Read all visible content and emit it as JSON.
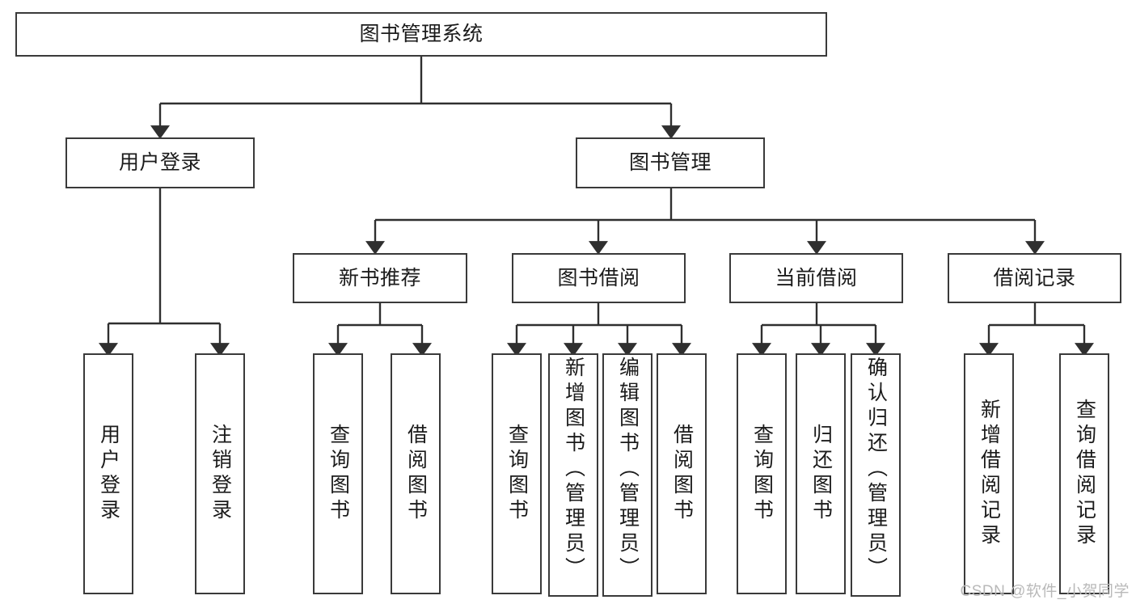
{
  "diagram": {
    "type": "tree-hierarchy",
    "title": "图书管理系统",
    "orientation": "top-down",
    "colors": {
      "box_border": "#3a3a3a",
      "box_fill": "#ffffff",
      "edge": "#2f2f2f",
      "text": "#1b1b1b",
      "watermark": "#b9b9b9",
      "background": "#ffffff"
    },
    "root": {
      "label": "图书管理系统"
    },
    "level2": [
      {
        "label": "用户登录"
      },
      {
        "label": "图书管理"
      }
    ],
    "level3": [
      {
        "label": "新书推荐"
      },
      {
        "label": "图书借阅"
      },
      {
        "label": "当前借阅"
      },
      {
        "label": "借阅记录"
      }
    ],
    "leaves": {
      "user_login": [
        {
          "label": "用户登录"
        },
        {
          "label": "注销登录"
        }
      ],
      "new_book_recommend": [
        {
          "label": "查询图书"
        },
        {
          "label": "借阅图书"
        }
      ],
      "book_borrow": [
        {
          "label": "查询图书"
        },
        {
          "label": "新增图书（管理员）"
        },
        {
          "label": "编辑图书（管理员）"
        },
        {
          "label": "借阅图书"
        }
      ],
      "current_borrow": [
        {
          "label": "查询图书"
        },
        {
          "label": "归还图书"
        },
        {
          "label": "确认归还（管理员）"
        }
      ],
      "borrow_record": [
        {
          "label": "新增借阅记录"
        },
        {
          "label": "查询借阅记录"
        }
      ]
    },
    "watermark": "CSDN @软件_小贺同学"
  }
}
